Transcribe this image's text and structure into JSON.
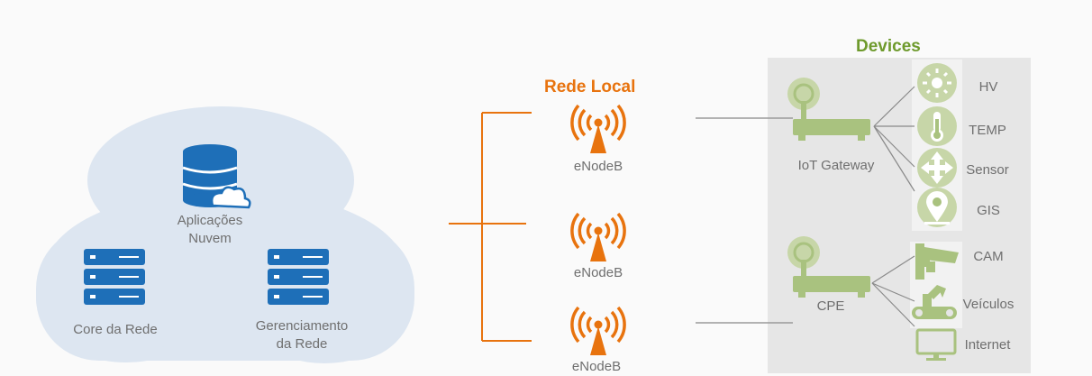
{
  "cloud": {
    "apps_line1": "Aplicações",
    "apps_line2": "Nuvem",
    "core_label": "Core da Rede",
    "mgmt_line1": "Gerenciamento",
    "mgmt_line2": "da Rede"
  },
  "local_network": {
    "title": "Rede Local",
    "enodebs": [
      "eNodeB",
      "eNodeB",
      "eNodeB"
    ]
  },
  "devices": {
    "title": "Devices",
    "iot_gateway_label": "IoT Gateway",
    "cpe_label": "CPE",
    "iot_items": [
      "HV",
      "TEMP",
      "Sensor",
      "GIS"
    ],
    "cpe_items": [
      "CAM",
      "Veículos",
      "Internet"
    ]
  },
  "colors": {
    "cloud": "#dde6f1",
    "server_blue": "#1e6fb8",
    "antenna_orange": "#e8730e",
    "device_green": "#a9c27f",
    "panel_gray": "#e6e6e6",
    "line_gray": "#9a9a9a"
  }
}
